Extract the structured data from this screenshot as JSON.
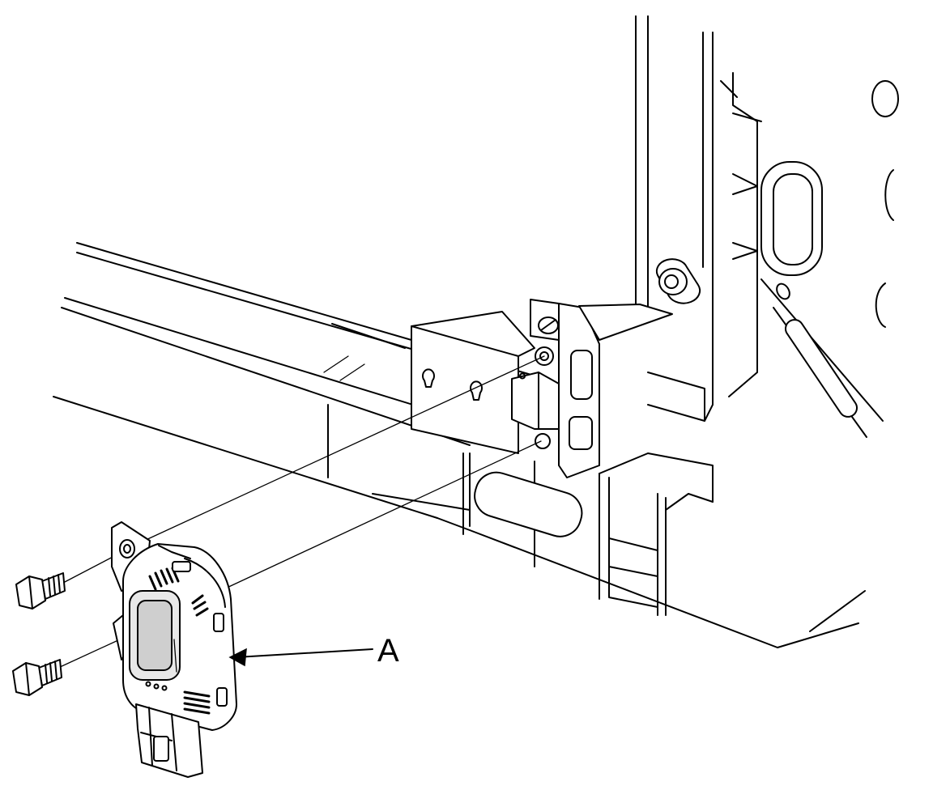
{
  "diagram": {
    "callouts": [
      {
        "id": "A",
        "label": "A",
        "target": "sensor-module"
      }
    ],
    "parts": [
      {
        "id": "sensor-module",
        "callout": "A"
      },
      {
        "id": "mounting-bolt-upper"
      },
      {
        "id": "mounting-bolt-lower"
      },
      {
        "id": "mounting-bracket"
      },
      {
        "id": "vehicle-frame"
      }
    ]
  }
}
